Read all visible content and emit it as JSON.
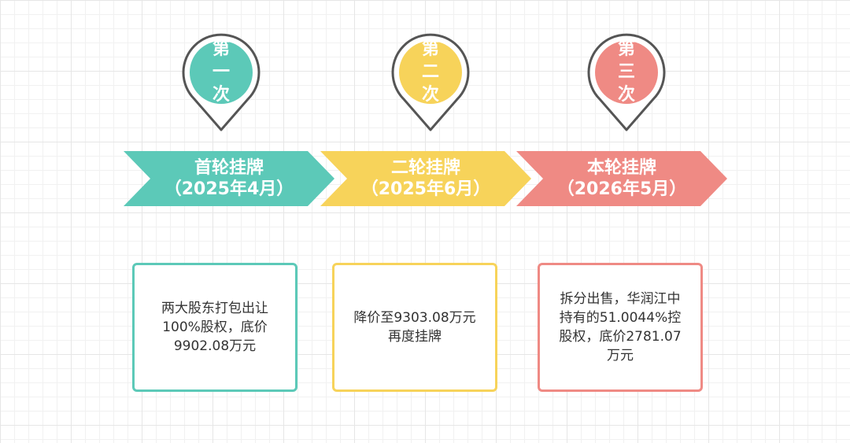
{
  "colors": {
    "teal": "#5cc9b8",
    "yellow": "#f7d35a",
    "red": "#ef8a84",
    "pin_outline": "#555555"
  },
  "steps": [
    {
      "pin_chars": [
        "第",
        "一",
        "次"
      ],
      "arrow_title": "首轮挂牌",
      "arrow_date": "（2025年4月）",
      "box_lines": [
        "两大股东打包出让",
        "100%股权，底价",
        "9902.08万元"
      ]
    },
    {
      "pin_chars": [
        "第",
        "二",
        "次"
      ],
      "arrow_title": "二轮挂牌",
      "arrow_date": "（2025年6月）",
      "box_lines": [
        "降价至9303.08万元",
        "再度挂牌"
      ]
    },
    {
      "pin_chars": [
        "第",
        "三",
        "次"
      ],
      "arrow_title": "本轮挂牌",
      "arrow_date": "（2026年5月）",
      "box_lines": [
        "拆分出售，华润江中",
        "持有的51.0044%控",
        "股权，底价2781.07",
        "万元"
      ]
    }
  ]
}
